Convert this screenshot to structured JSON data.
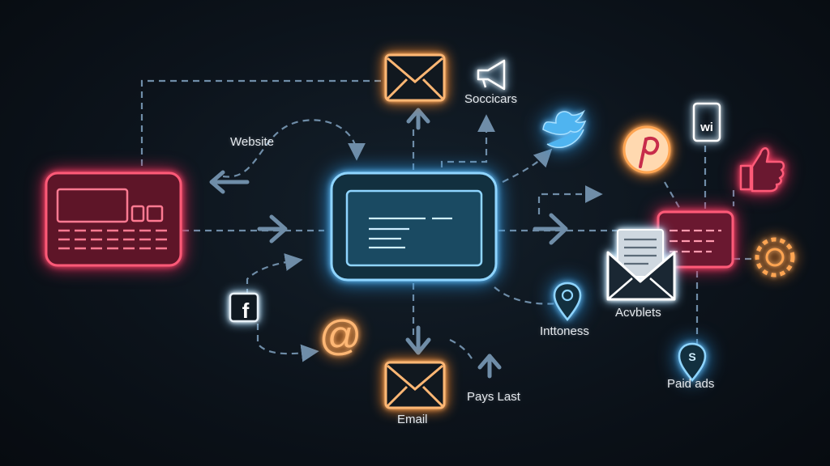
{
  "labels": {
    "website": "Website",
    "socials": "Soccicars",
    "interests": "Inttoness",
    "activities": "Acvblets",
    "paid_ads": "Paid ads",
    "pays_last": "Pays Last",
    "email": "Email"
  },
  "icons": {
    "facebook": "f",
    "at": "@",
    "dollar": "S",
    "mobile_text": "wi"
  },
  "colors": {
    "red": "#d1234e",
    "blue": "#6ec6ff",
    "orange": "#ffa552",
    "line": "#6f8da8"
  }
}
